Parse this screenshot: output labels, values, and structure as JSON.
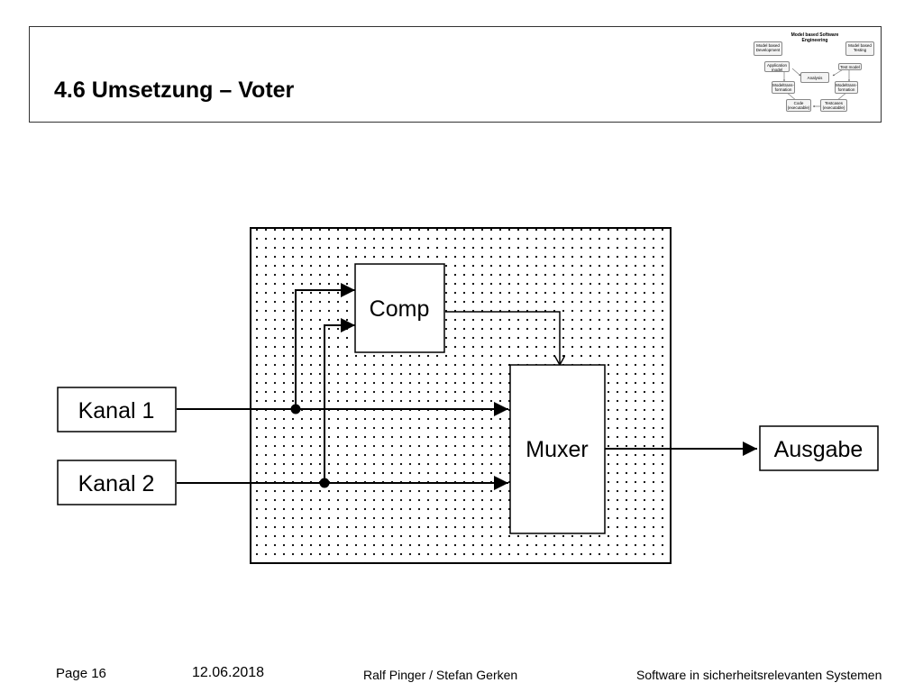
{
  "slide": {
    "title": "4.6 Umsetzung – Voter"
  },
  "mini_diagram": {
    "title": "Model based Software Engineering",
    "boxes": {
      "mbd": "Model based Development",
      "mbt": "Model based Testing",
      "app_model": "Application model",
      "test_model": "Test model",
      "analysis": "Analysis",
      "mt_left": "Modeltrans-formation",
      "mt_right": "Modeltrans-formation",
      "code": "Code (executable)",
      "testcases": "Testcases (executable)"
    }
  },
  "diagram": {
    "kanal1": "Kanal 1",
    "kanal2": "Kanal 2",
    "comp": "Comp",
    "muxer": "Muxer",
    "ausgabe": "Ausgabe"
  },
  "footer": {
    "page": "Page 16",
    "date": "12.06.2018",
    "authors": "Ralf Pinger / Stefan Gerken",
    "course": "Software in sicherheitsrelevanten Systemen"
  }
}
